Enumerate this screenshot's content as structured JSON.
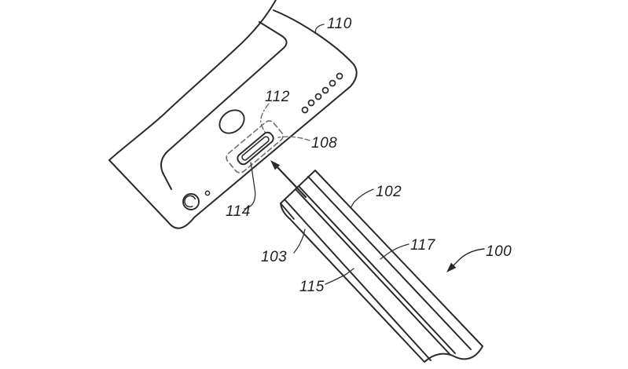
{
  "figure": {
    "background": "#ffffff",
    "ink_color": "#2a2a2a",
    "hidden_line_color": "#6e6e6e",
    "labels": [
      {
        "id": "110",
        "text": "110",
        "points_to": "device-housing"
      },
      {
        "id": "112",
        "text": "112",
        "points_to": "receptacle-housing-hidden"
      },
      {
        "id": "108",
        "text": "108",
        "points_to": "receptacle-assembly-hidden"
      },
      {
        "id": "114",
        "text": "114",
        "points_to": "connector-port-opening"
      },
      {
        "id": "102",
        "text": "102",
        "points_to": "plug-connector-body"
      },
      {
        "id": "103",
        "text": "103",
        "points_to": "plug-tip-chamfer"
      },
      {
        "id": "117",
        "text": "117",
        "points_to": "plug-upper-surface"
      },
      {
        "id": "115",
        "text": "115",
        "points_to": "plug-contact-region"
      },
      {
        "id": "100",
        "text": "100",
        "points_to": "connector-system"
      }
    ]
  }
}
